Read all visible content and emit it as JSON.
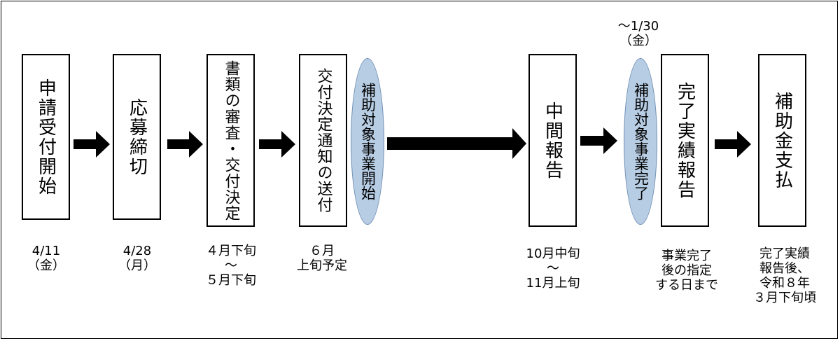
{
  "steps": [
    {
      "title": "申請受付開始"
    },
    {
      "title": "応募締切"
    },
    {
      "title": "書類の審査・交付決定"
    },
    {
      "title": "交付決定通知の送付"
    },
    {
      "title": "中間報告"
    },
    {
      "title": "完了実績報告"
    },
    {
      "title": "補助金支払"
    }
  ],
  "ovals": [
    {
      "title": "補助対象事業開始"
    },
    {
      "title": "補助対象事業完了"
    }
  ],
  "dates": [
    {
      "lines": [
        "4/11",
        "（金）"
      ]
    },
    {
      "lines": [
        "4/28",
        "（月）"
      ]
    },
    {
      "lines": [
        "４月下旬",
        "～",
        "５月下旬"
      ]
    },
    {
      "lines": [
        "６月",
        "上旬予定"
      ]
    },
    {
      "lines": [
        "10月中旬",
        "～",
        "11月上旬"
      ]
    },
    {
      "lines": [
        "事業完了",
        "後の指定",
        "する日まで"
      ]
    },
    {
      "lines": [
        "完了実績",
        "報告後、",
        "令和８年",
        "３月下旬頃"
      ]
    }
  ],
  "completion_deadline": {
    "lines": [
      "～1/30",
      "（金）"
    ]
  },
  "colors": {
    "oval_fill": "#b7cde4",
    "arrow": "#000000"
  }
}
